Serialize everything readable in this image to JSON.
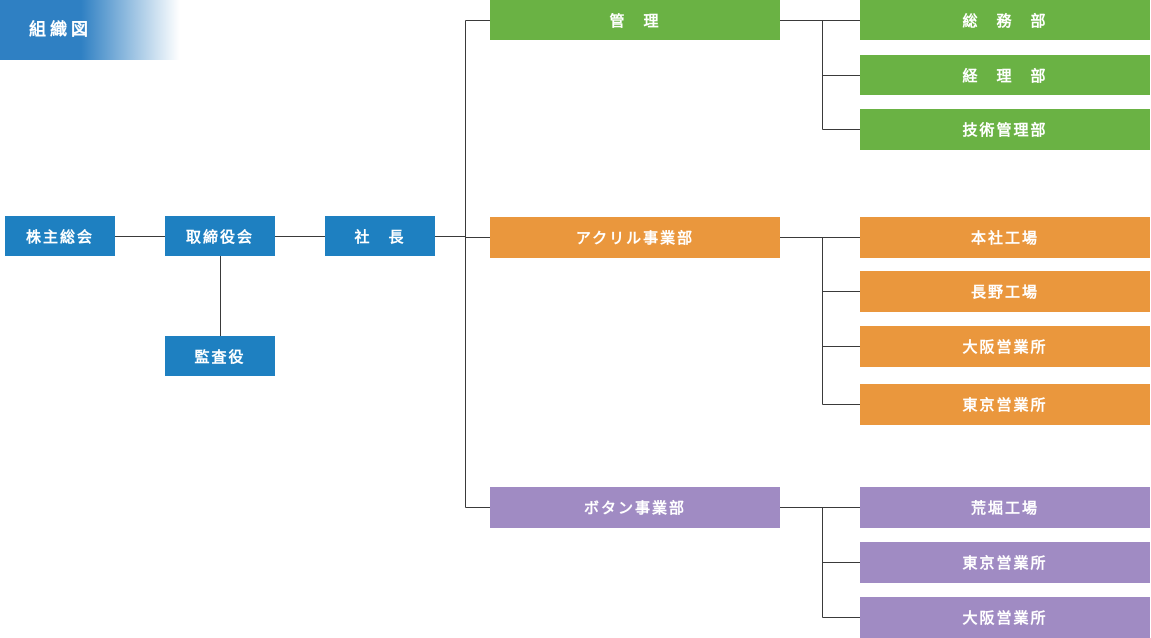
{
  "title": "組織図",
  "colors": {
    "board": "#1e80c1",
    "management": "#6ab244",
    "acrylic": "#ea973d",
    "button": "#a08bc3",
    "line": "#3a3a3a"
  },
  "board": {
    "shareholders": "株主総会",
    "directors": "取締役会",
    "auditor": "監査役",
    "president": "社　長"
  },
  "divisions": {
    "management": {
      "label": "管　理",
      "units": [
        "総　務　部",
        "経　理　部",
        "技術管理部"
      ]
    },
    "acrylic": {
      "label": "アクリル事業部",
      "units": [
        "本社工場",
        "長野工場",
        "大阪営業所",
        "東京営業所"
      ]
    },
    "button": {
      "label": "ボタン事業部",
      "units": [
        "荒堀工場",
        "東京営業所",
        "大阪営業所"
      ]
    }
  }
}
